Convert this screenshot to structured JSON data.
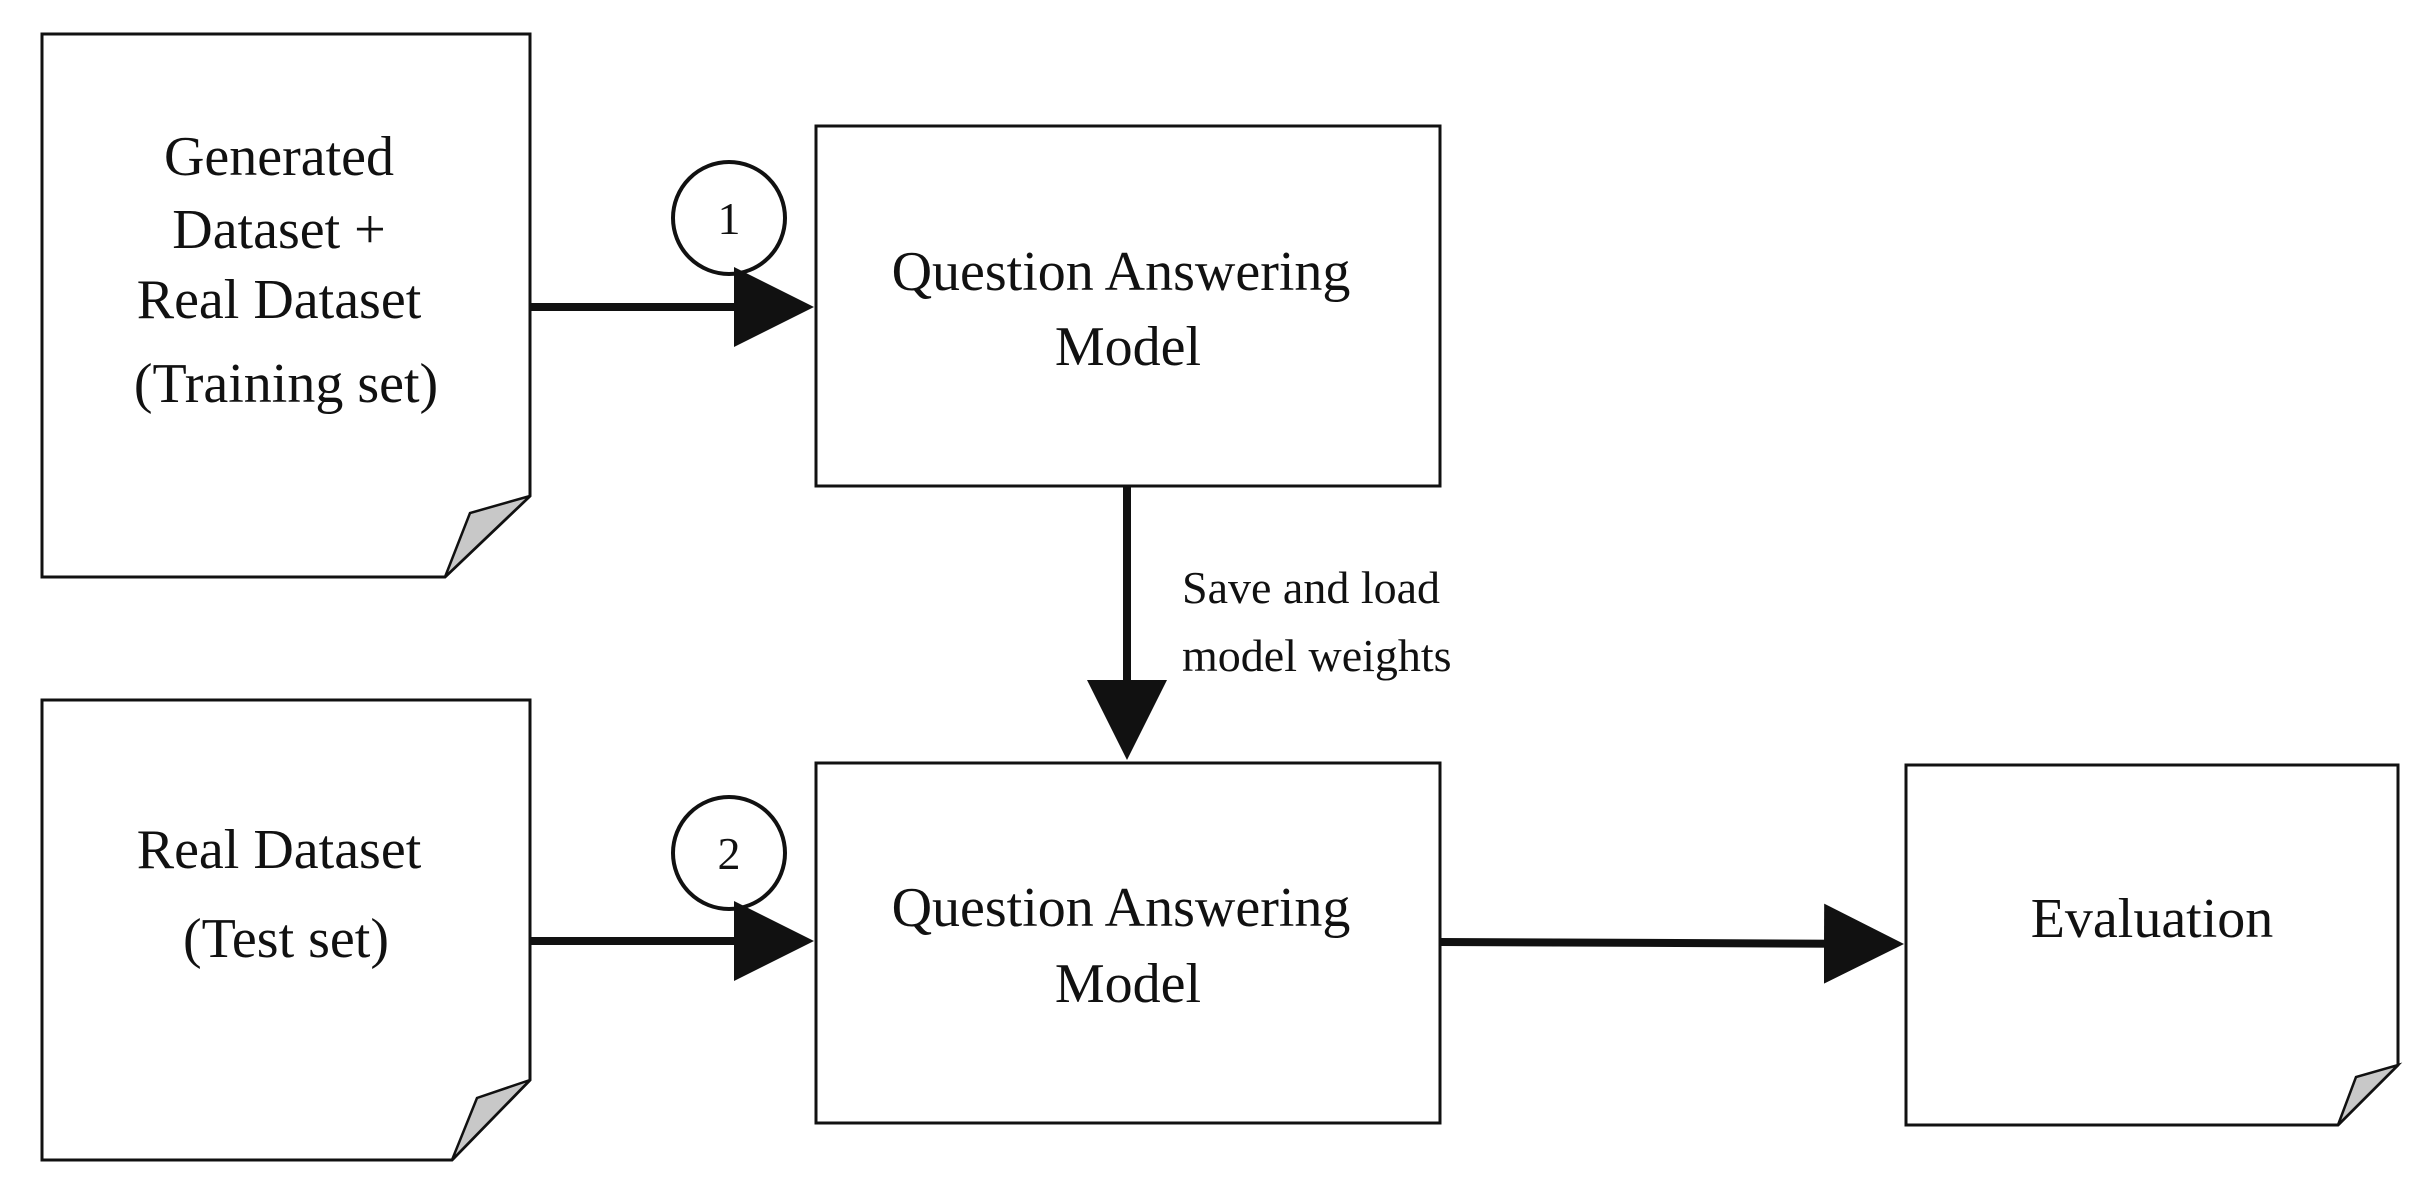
{
  "nodes": {
    "training_doc": {
      "lines": [
        "Generated",
        "Dataset +",
        "Real Dataset",
        "(Training set)"
      ]
    },
    "qa_model_top": {
      "lines": [
        "Question Answering",
        "Model"
      ]
    },
    "test_doc": {
      "lines": [
        "Real Dataset",
        "(Test set)"
      ]
    },
    "qa_model_bottom": {
      "lines": [
        "Question Answering",
        "Model"
      ]
    },
    "evaluation_doc": {
      "lines": [
        "Evaluation"
      ]
    }
  },
  "steps": {
    "step1": "1",
    "step2": "2"
  },
  "edges": {
    "save_load": {
      "lines": [
        "Save and load",
        "model weights"
      ]
    }
  },
  "colors": {
    "stroke": "#111111",
    "fold": "#c8c8c8",
    "background": "#ffffff"
  }
}
